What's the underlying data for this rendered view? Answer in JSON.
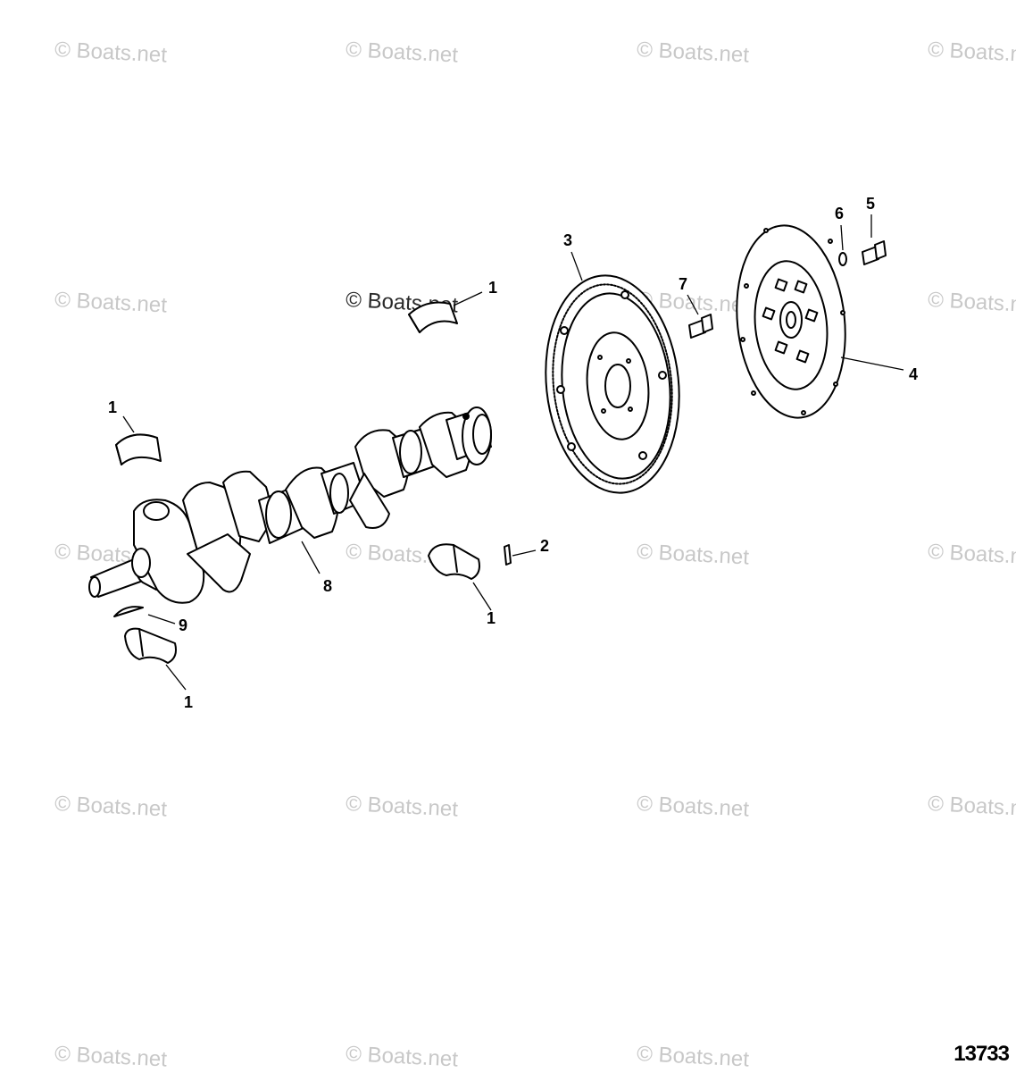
{
  "watermark": {
    "text": "© Boats.net"
  },
  "diagram_number": "13733",
  "callouts": [
    {
      "label": "1"
    },
    {
      "label": "1"
    },
    {
      "label": "1"
    },
    {
      "label": "1"
    },
    {
      "label": "2"
    },
    {
      "label": "3"
    },
    {
      "label": "4"
    },
    {
      "label": "5"
    },
    {
      "label": "6"
    },
    {
      "label": "7"
    },
    {
      "label": "8"
    },
    {
      "label": "9"
    }
  ]
}
